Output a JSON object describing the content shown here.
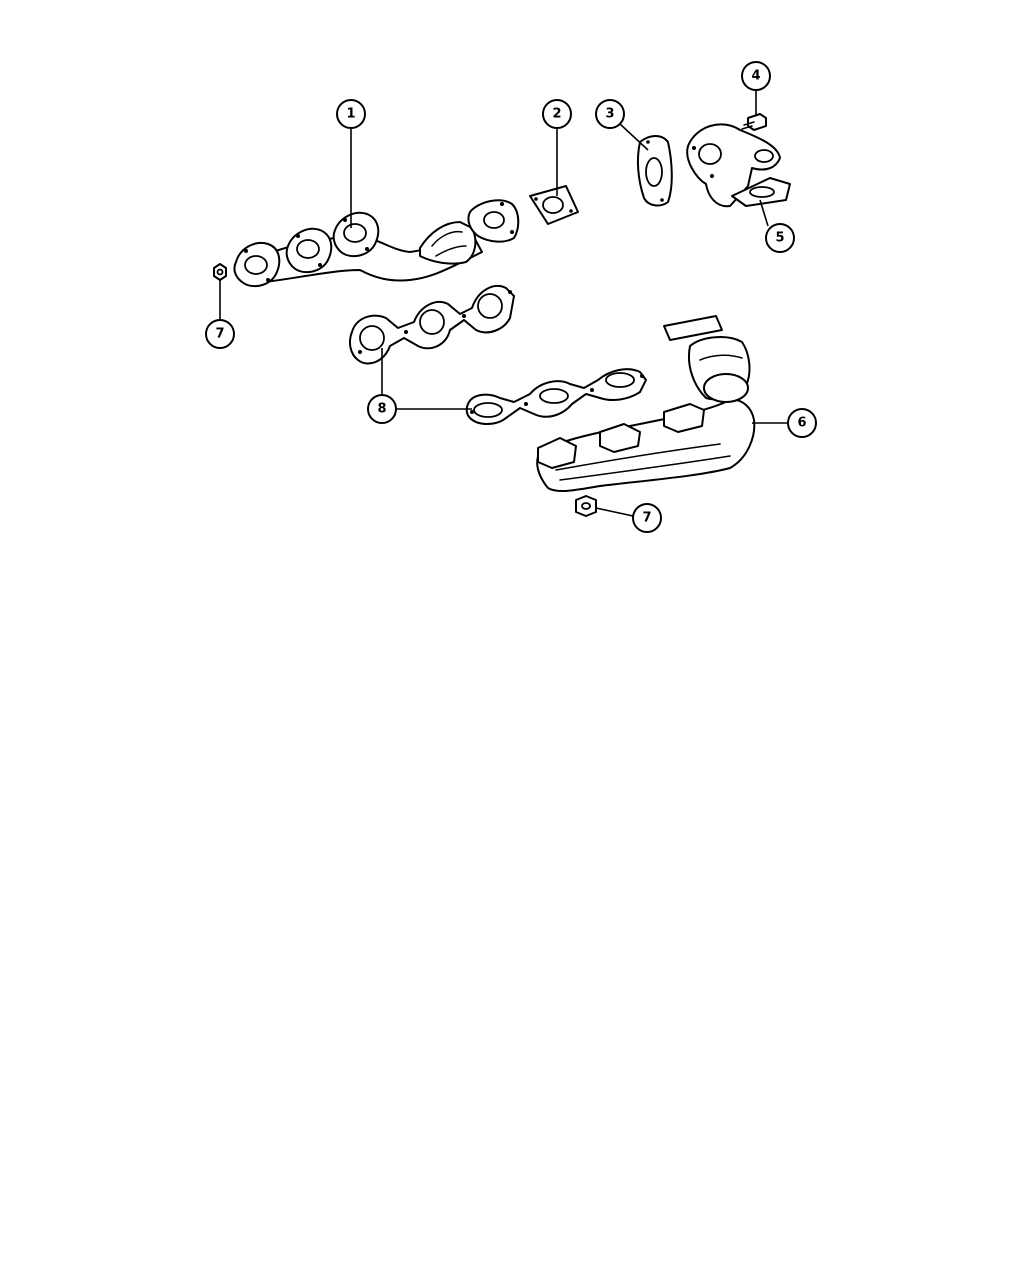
{
  "callouts": [
    {
      "id": "c1",
      "label": "1"
    },
    {
      "id": "c2",
      "label": "2"
    },
    {
      "id": "c3",
      "label": "3"
    },
    {
      "id": "c4",
      "label": "4"
    },
    {
      "id": "c5",
      "label": "5"
    },
    {
      "id": "c6",
      "label": "6"
    },
    {
      "id": "c7a",
      "label": "7"
    },
    {
      "id": "c7b",
      "label": "7"
    },
    {
      "id": "c8",
      "label": "8"
    }
  ]
}
